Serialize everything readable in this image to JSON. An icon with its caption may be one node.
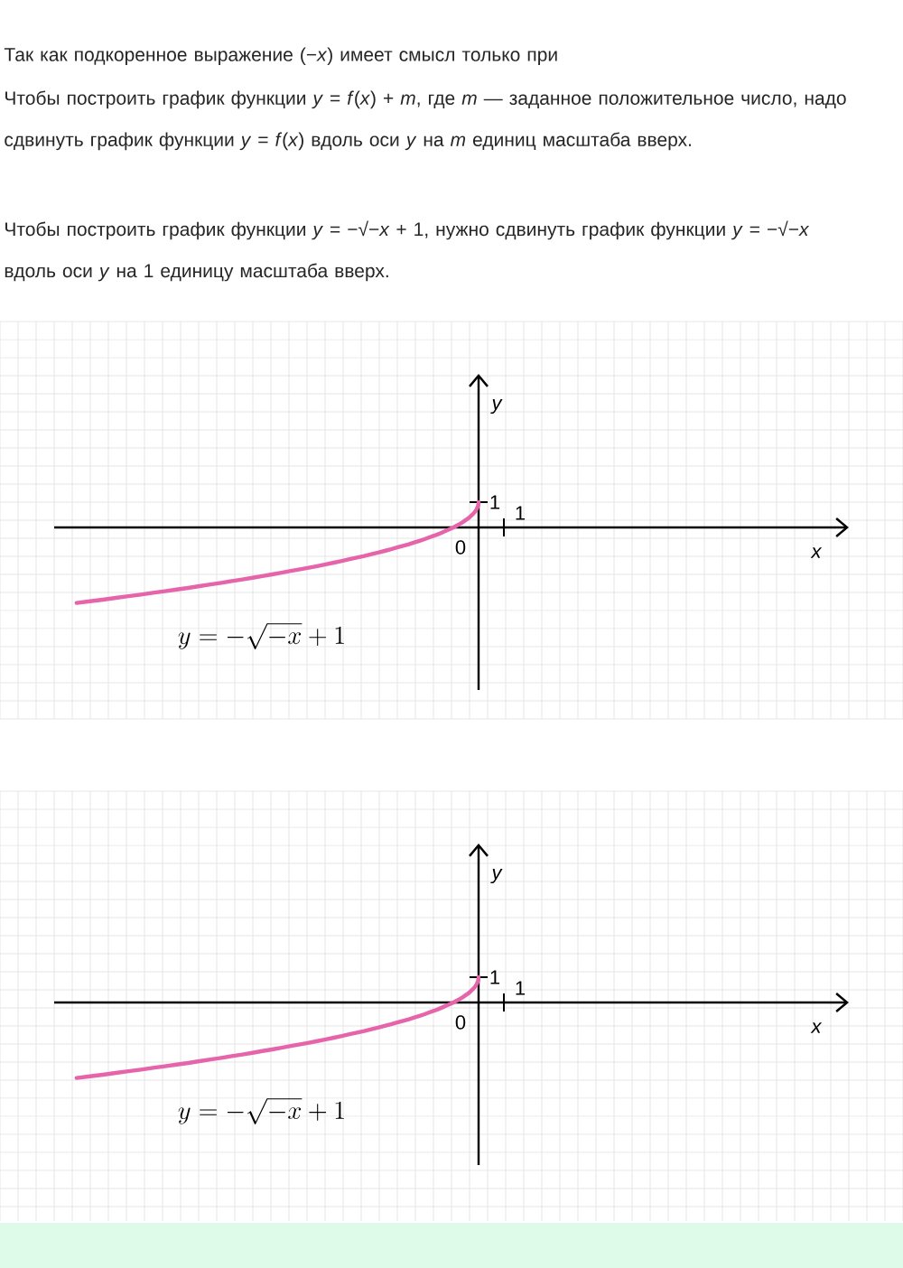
{
  "diagram": {
    "labels": [
      "Так как подкоренное выражение (−*x*) имеет смысл только при",
      "Чтобы построить график функции *y* = *f*(*x*) + *m*, где *m* — заданное положительное число, надо сдвинуть график функции *y* = *f*(*x*) вдоль оси *y* на *m* единиц масштаба вверх.",
      "Чтобы построить график функции *y* = −√−*x* + 1, нужно сдвинуть график функции *y* = −√−*x* вдоль оси *y* на 1 единицу масштаба вверх.",
      "y",
      "1",
      "1",
      "0",
      "x",
      "y=-\\sqrt{-x}+1",
      "y",
      "1",
      "1",
      "0",
      "x",
      "y=-\\sqrt{-x}+1"
    ]
  }
}
